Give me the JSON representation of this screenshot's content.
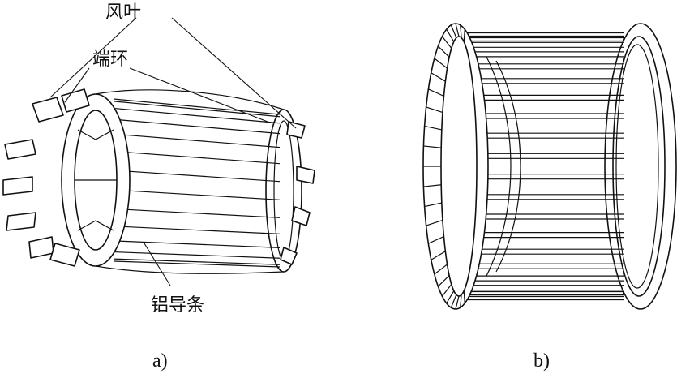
{
  "figure_a": {
    "caption": "a)",
    "labels": {
      "fan_blade": "风叶",
      "end_ring": "端环",
      "aluminum_bar": "铝导条"
    }
  },
  "figure_b": {
    "caption": "b)"
  }
}
